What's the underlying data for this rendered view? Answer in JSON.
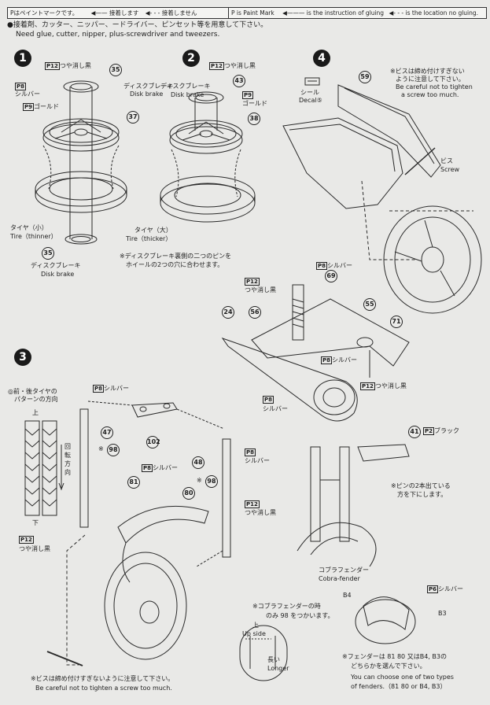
{
  "legend": {
    "jp_paint": "Pはペイントマークです。",
    "jp_glue": "接着します",
    "jp_noglue": "接着しません",
    "en_paint": "P is Paint Mark",
    "en_glue": "is the instruction of gluing",
    "en_noglue": "is the location no gluing."
  },
  "tools": {
    "jp": "●接着剤、カッター、ニッパー、ードライバー、ピンセット等を用意して下さい。",
    "en": "Need glue, cutter, nipper, plus-screwdriver and tweezers."
  },
  "step1": {
    "num": "1",
    "p12": "12",
    "p12_label": "つや消し黒",
    "p8": "8",
    "p8_label": "シルバー",
    "p9": "9",
    "p9_label": "ゴールド",
    "part35a": "35",
    "part37": "37",
    "part35b": "35",
    "disk_jp": "ディスクブレーキ",
    "disk_en": "Disk brake",
    "tire_jp": "タイヤ（小）",
    "tire_en": "Tire（thinner）",
    "disk2_jp": "ディスクブレーキ",
    "disk2_en": "Disk brake"
  },
  "step2": {
    "num": "2",
    "p12": "12",
    "p12_label": "つや消し黒",
    "p9": "9",
    "p9_label": "ゴールド",
    "part43": "43",
    "part38": "38",
    "disk_jp": "ディスクブレーキ",
    "disk_en": "Disk brake",
    "tire_jp": "タイヤ（大）",
    "tire_en": "Tire（thicker）",
    "note1": "※ディスクブレーキ裏側の二つのピンを",
    "note2": "ホイールの2つの穴に合わせます。"
  },
  "step4": {
    "num": "4",
    "decal_jp": "シール",
    "decal_en": "Decal",
    "decal_num": "⑤",
    "part59": "59",
    "warn1": "※ビスは締め付けすぎない",
    "warn2": "ように注意して下さい。",
    "warn3": "Be careful not to tighten",
    "warn4": "a screw too much.",
    "screw_jp": "ビス",
    "screw_en": "Screw",
    "p8": "8",
    "p8_label": "シルバー",
    "part69": "69",
    "p12": "12",
    "p12_label": "つや消し黒",
    "part24": "24",
    "part56": "56",
    "part55": "55",
    "part71": "71",
    "p8b_label": "シルバー",
    "p12b_label": "つや消し黒",
    "p8c_label": "シルバー"
  },
  "step3": {
    "num": "3",
    "pattern1": "◎前・後タイヤの",
    "pattern2": "パターンの方向",
    "up": "上",
    "rot1": "回",
    "rot2": "転",
    "rot3": "方",
    "rot4": "向",
    "down": "下",
    "p12_label": "つや消し黒",
    "p8_label": "シルバー",
    "part47": "47",
    "part102": "102",
    "part98a": "98",
    "part98b": "98",
    "part48": "48",
    "part81": "81",
    "part80": "80",
    "p8b_label": "シルバー",
    "p8c_label": "シルバー",
    "p12b_label": "つや消し黒",
    "part41": "41",
    "p2": "2",
    "p2_label": "ブラック",
    "pins1": "※ピンの2本出ている",
    "pins2": "方を下にします。",
    "cobra_jp": "コブラフェンダー",
    "cobra_en": "Cobra-fender",
    "cobra_note_jp": "※コブラフェンダーの時",
    "cobra_note_jp2": "のみ",
    "cobra_note_jp3": "をつかいます。",
    "upside_jp": "上",
    "upside_en": "Up side",
    "longer_jp": "長い",
    "longer_en": "Longer",
    "b4": "B4",
    "b3": "B3",
    "p6": "6",
    "p6_label": "シルバー",
    "fender1": "※フェンダーは",
    "fender1b": "又はB4, B3の",
    "fender2": "どちらかを選んで下さい。",
    "fender3": "You can choose one of two types",
    "fender4": "of fenders.",
    "fender4b": "or B4, B3）",
    "screw_warn_jp": "※ビスは締め付けすぎないように注意して下さい。",
    "screw_warn_en": "Be careful not to tighten a screw too much."
  }
}
